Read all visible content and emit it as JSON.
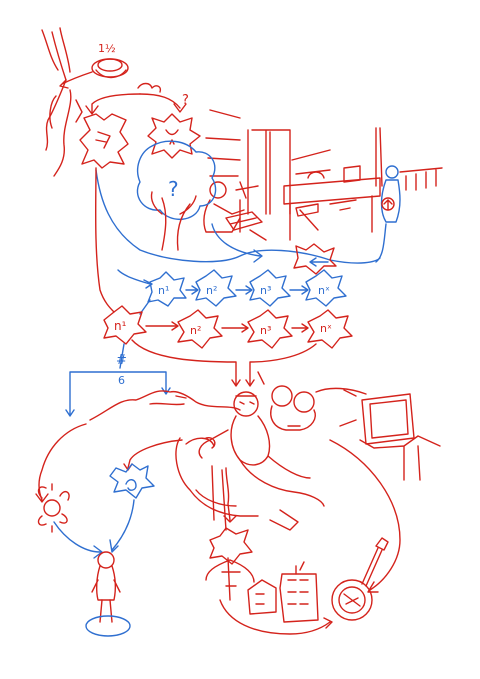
{
  "colors": {
    "red": "#d4231c",
    "blue": "#2f6fd0",
    "background": "#ffffff"
  },
  "labels": {
    "fraction": "1½",
    "question_small": "?",
    "question_big": "?",
    "node_n1_blue": "n¹",
    "node_n2_blue": "n²",
    "node_n3_blue": "n³",
    "node_nx_blue": "nˣ",
    "node_n1_red": "n¹",
    "node_n2_red": "n²",
    "node_n3_red": "n³",
    "node_nx_red": "nˣ",
    "hash": "#",
    "six": "6"
  }
}
